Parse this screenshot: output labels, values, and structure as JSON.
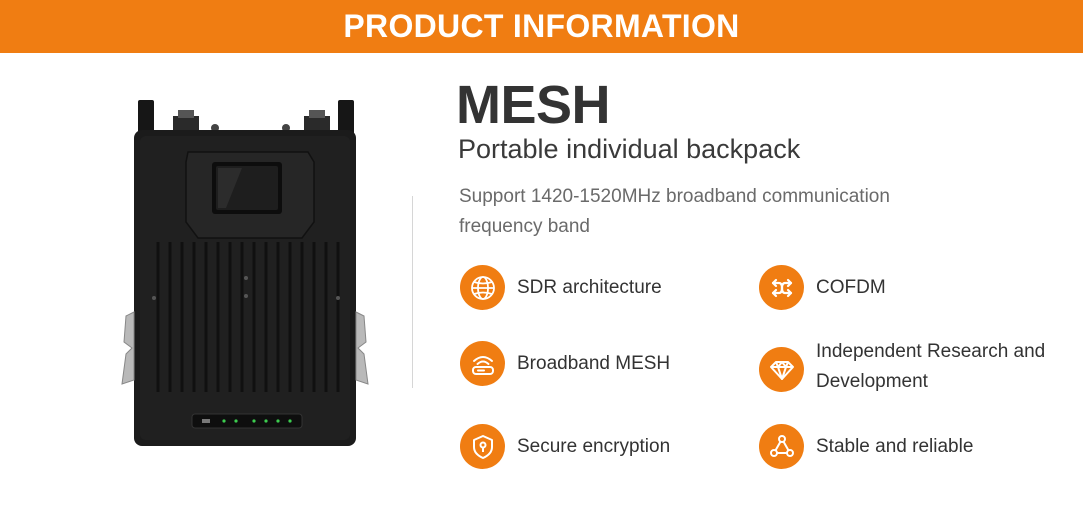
{
  "banner": {
    "title": "PRODUCT INFORMATION"
  },
  "product": {
    "name": "MESH",
    "subtitle": "Portable individual backpack",
    "description": "Support 1420-1520MHz broadband communication frequency band"
  },
  "features": [
    {
      "label": "SDR architecture",
      "icon": "globe-icon"
    },
    {
      "label": "COFDM",
      "icon": "crossed-arrows-icon"
    },
    {
      "label": "Broadband MESH",
      "icon": "wifi-router-icon"
    },
    {
      "label": "Independent Research and Development",
      "icon": "diamond-icon"
    },
    {
      "label": "Secure encryption",
      "icon": "shield-lock-icon"
    },
    {
      "label": "Stable and reliable",
      "icon": "network-triangle-icon"
    }
  ],
  "colors": {
    "accent": "#f07d12",
    "device": "#1b1b1b"
  }
}
